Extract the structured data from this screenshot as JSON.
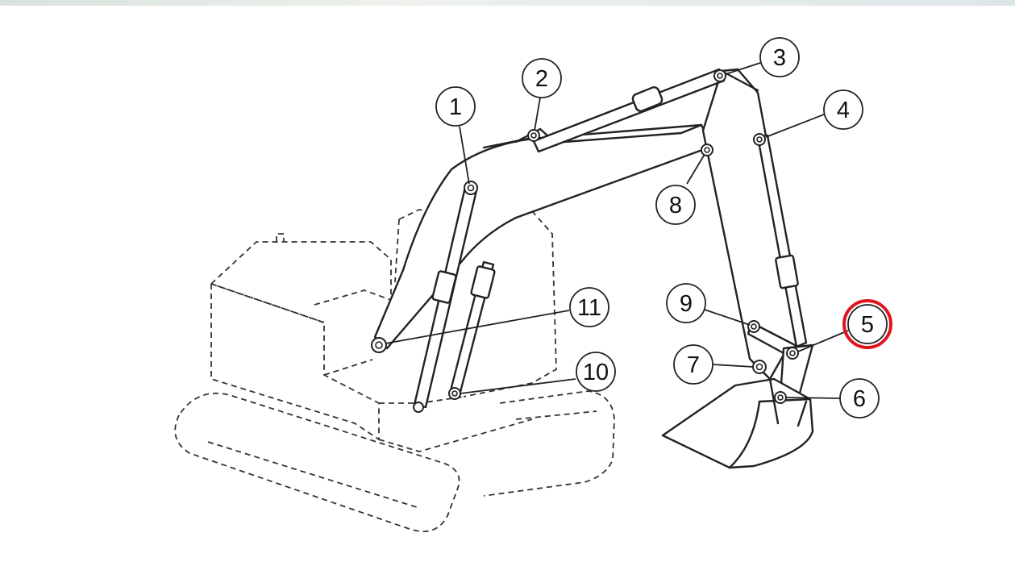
{
  "callouts": [
    {
      "label": "1"
    },
    {
      "label": "2"
    },
    {
      "label": "3"
    },
    {
      "label": "4"
    },
    {
      "label": "5",
      "highlighted": true
    },
    {
      "label": "6"
    },
    {
      "label": "7"
    },
    {
      "label": "8"
    },
    {
      "label": "9"
    },
    {
      "label": "10"
    },
    {
      "label": "11"
    }
  ],
  "highlight_color": "#e0141e"
}
